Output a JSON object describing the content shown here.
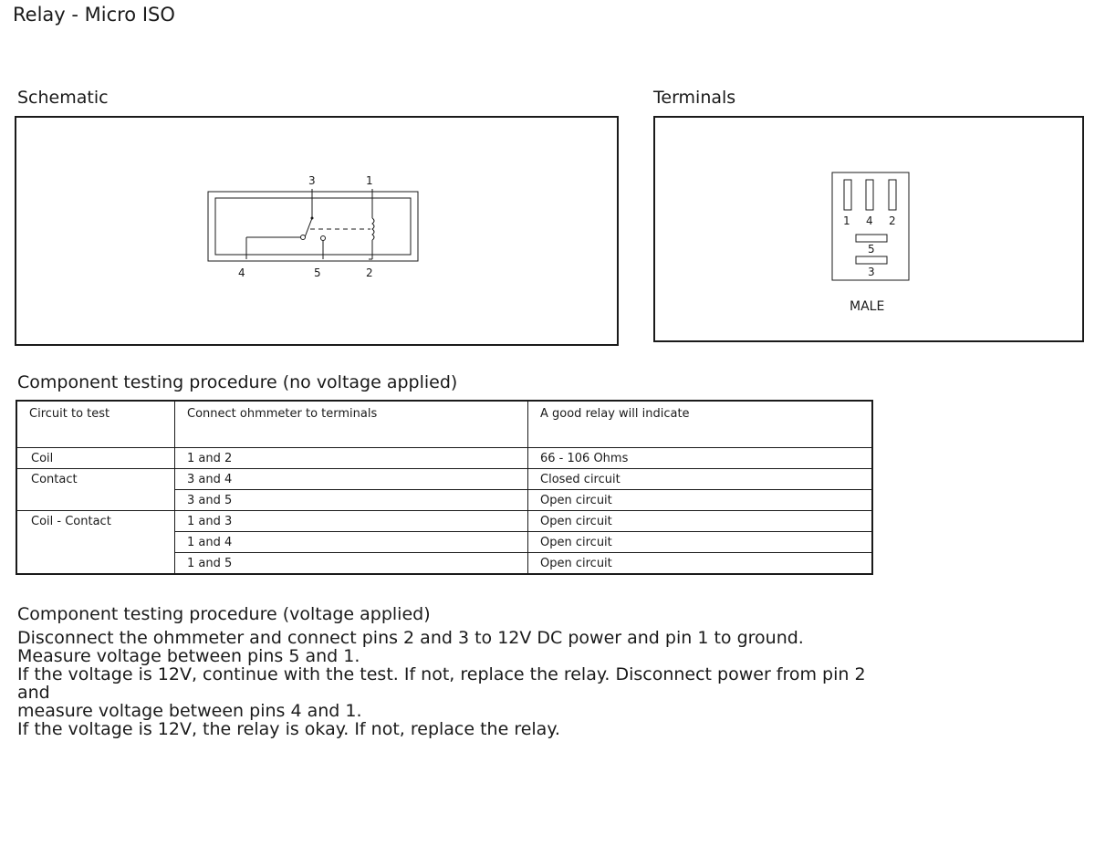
{
  "document": {
    "title": "Relay - Micro ISO"
  },
  "schematic": {
    "title": "Schematic",
    "pins": {
      "top_left": "3",
      "top_right": "1",
      "bottom_left": "4",
      "bottom_mid": "5",
      "bottom_right": "2"
    }
  },
  "terminals": {
    "title": "Terminals",
    "pins": {
      "p1": "1",
      "p4": "4",
      "p2": "2",
      "p5": "5",
      "p3": "3"
    },
    "gender_label": "MALE"
  },
  "no_voltage_test": {
    "title": "Component testing procedure (no voltage applied)",
    "headers": [
      "Circuit to test",
      "Connect ohmmeter to terminals",
      "A good relay will indicate"
    ],
    "rows": [
      {
        "circuit": "Coil",
        "terminals": "1 and 2",
        "result": "66 - 106 Ohms"
      },
      {
        "circuit": "Contact",
        "terminals": "3 and 4",
        "result": "Closed circuit"
      },
      {
        "circuit": "",
        "terminals": "3 and 5",
        "result": "Open circuit"
      },
      {
        "circuit": "Coil - Contact",
        "terminals": "1 and 3",
        "result": "Open circuit"
      },
      {
        "circuit": "",
        "terminals": "1 and 4",
        "result": "Open circuit"
      },
      {
        "circuit": "",
        "terminals": "1 and 5",
        "result": "Open circuit"
      }
    ]
  },
  "voltage_test": {
    "title": "Component testing procedure (voltage applied)",
    "lines": [
      "Disconnect the ohmmeter and connect pins 2 and 3 to 12V DC power and pin 1 to ground.",
      "Measure voltage between pins 5 and 1.",
      "If the voltage is 12V, continue with the test. If not, replace the relay. Disconnect power from pin 2 and",
      "measure voltage between pins 4 and 1.",
      "If the voltage is 12V, the relay is okay. If not, replace the relay."
    ]
  }
}
